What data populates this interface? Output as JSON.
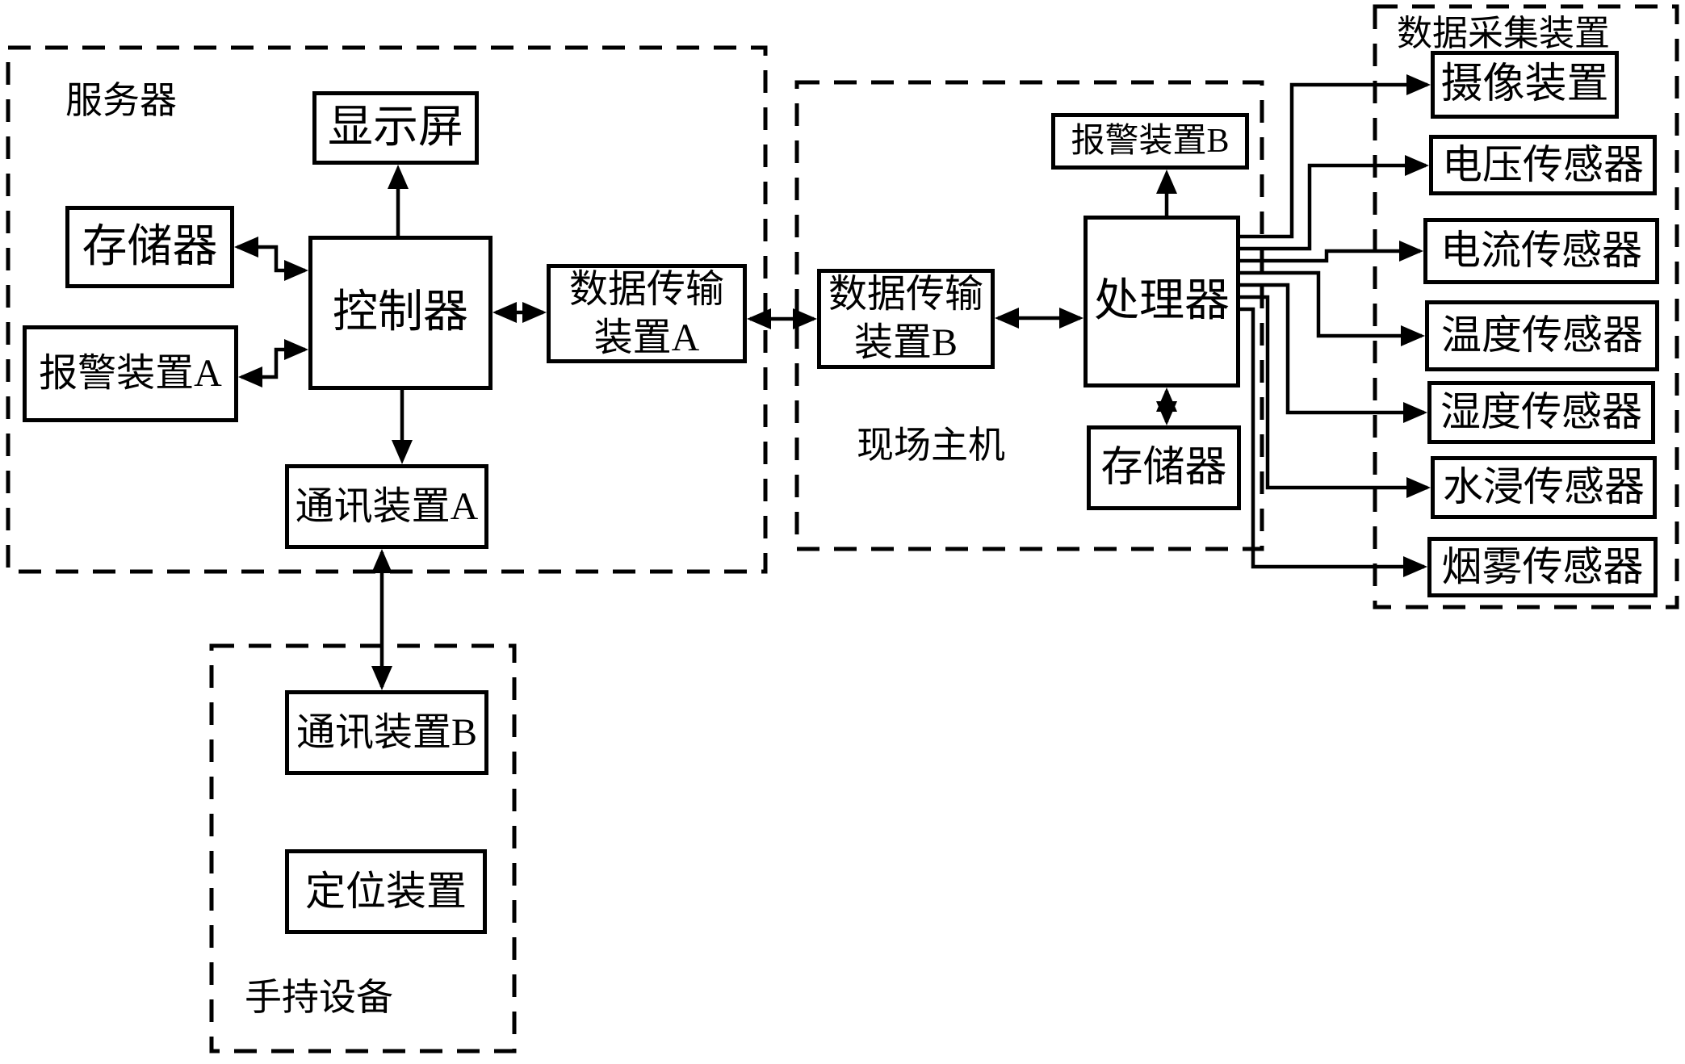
{
  "diagram": {
    "background_color": "#ffffff",
    "line_color": "#000000"
  },
  "server_group": {
    "label": "服务器",
    "boxes": {
      "display": "显示屏",
      "memory": "存储器",
      "controller": "控制器",
      "alarm_a": "报警装置A",
      "data_trans_a_line1": "数据传输",
      "data_trans_a_line2": "装置A",
      "comm_a": "通讯装置A"
    }
  },
  "field_host_group": {
    "label": "现场主机",
    "boxes": {
      "alarm_b": "报警装置B",
      "data_trans_b_line1": "数据传输",
      "data_trans_b_line2": "装置B",
      "processor": "处理器",
      "memory": "存储器"
    }
  },
  "collection_group": {
    "label": "数据采集装置",
    "boxes": {
      "camera": "摄像装置",
      "voltage_sensor": "电压传感器",
      "current_sensor": "电流传感器",
      "temperature_sensor": "温度传感器",
      "humidity_sensor": "湿度传感器",
      "water_sensor": "水浸传感器",
      "smoke_sensor": "烟雾传感器"
    }
  },
  "handheld_group": {
    "label": "手持设备",
    "boxes": {
      "comm_b": "通讯装置B",
      "positioning": "定位装置"
    }
  }
}
